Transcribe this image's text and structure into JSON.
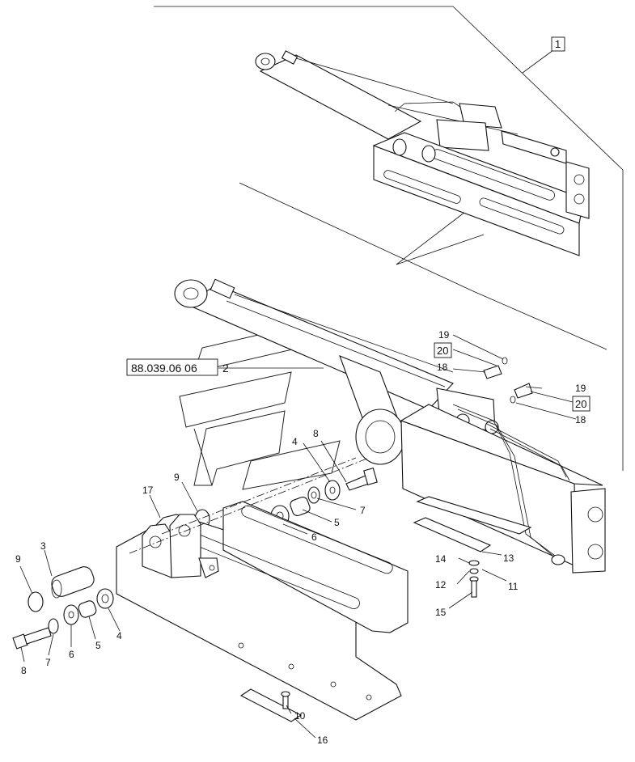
{
  "reference": {
    "code": "88.039.06 06",
    "item": "2"
  },
  "callouts": {
    "c1": "1",
    "c3": "3",
    "c4a": "4",
    "c4b": "4",
    "c5a": "5",
    "c5b": "5",
    "c6a": "6",
    "c6b": "6",
    "c7a": "7",
    "c7b": "7",
    "c8a": "8",
    "c8b": "8",
    "c9a": "9",
    "c9b": "9",
    "c10": "10",
    "c11": "11",
    "c12": "12",
    "c13": "13",
    "c14": "14",
    "c15": "15",
    "c16": "16",
    "c17": "17",
    "c18a": "18",
    "c18b": "18",
    "c19a": "19",
    "c19b": "19",
    "c20a": "20",
    "c20b": "20"
  }
}
